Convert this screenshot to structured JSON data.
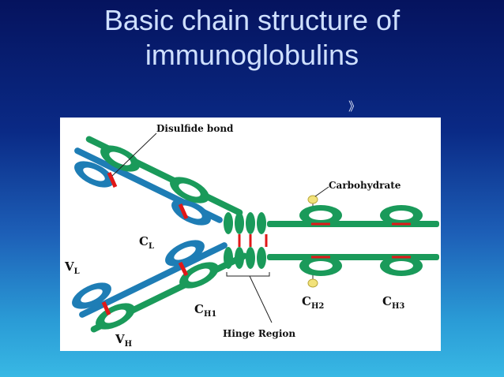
{
  "slide": {
    "title_line1": "Basic chain structure of",
    "title_line2": "immunoglobulins",
    "nav_glyph": "》"
  },
  "diagram": {
    "labels": {
      "disulfide_bond": "Disulfide bond",
      "carbohydrate": "Carbohydrate",
      "cl": "C",
      "cl_sub": "L",
      "vl": "V",
      "vl_sub": "L",
      "vh": "V",
      "vh_sub": "H",
      "ch1": "C",
      "ch1_sub": "H1",
      "ch2": "C",
      "ch2_sub": "H2",
      "ch3": "C",
      "ch3_sub": "H3",
      "hinge_region": "Hinge Region"
    },
    "colors": {
      "heavy_chain": "#1a9a5a",
      "light_chain": "#1e7db5",
      "disulfide": "#e01818",
      "carbohydrate": "#f2e27a"
    }
  }
}
